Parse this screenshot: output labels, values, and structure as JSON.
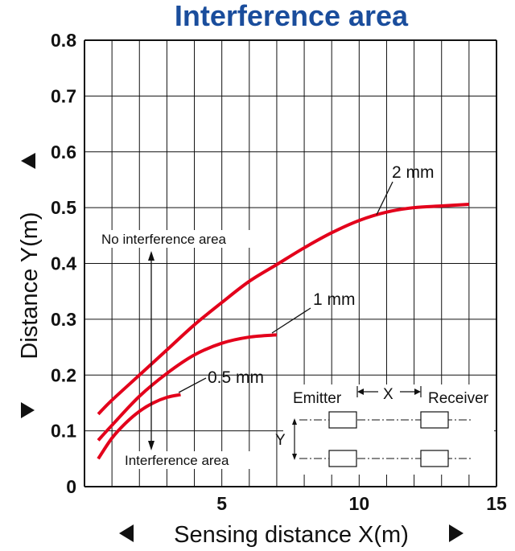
{
  "colors": {
    "curve": "#e3001b",
    "title": "#1a4d9c",
    "grid": "#111111"
  },
  "chart_data": {
    "type": "line",
    "title": "Interference area",
    "xlabel": "Sensing distance X(m)",
    "ylabel": "Distance Y(m)",
    "xlim": [
      0,
      15
    ],
    "ylim": [
      0,
      0.8
    ],
    "x_ticks": [
      "5",
      "10",
      "15"
    ],
    "y_ticks": [
      "0",
      "0.1",
      "0.2",
      "0.3",
      "0.4",
      "0.5",
      "0.6",
      "0.7",
      "0.8"
    ],
    "grid": true,
    "series": [
      {
        "name": "2 mm",
        "x": [
          0.5,
          1,
          2,
          3,
          4,
          5,
          6,
          7,
          8,
          9,
          10,
          11,
          12,
          13,
          14
        ],
        "y": [
          0.13,
          0.155,
          0.2,
          0.245,
          0.29,
          0.33,
          0.368,
          0.398,
          0.428,
          0.455,
          0.477,
          0.492,
          0.5,
          0.503,
          0.506
        ]
      },
      {
        "name": "1 mm",
        "x": [
          0.5,
          1,
          2,
          3,
          4,
          5,
          6,
          7
        ],
        "y": [
          0.083,
          0.11,
          0.162,
          0.203,
          0.236,
          0.257,
          0.268,
          0.272
        ]
      },
      {
        "name": "0.5 mm",
        "x": [
          0.5,
          1,
          1.5,
          2,
          2.5,
          3,
          3.5
        ],
        "y": [
          0.05,
          0.087,
          0.114,
          0.135,
          0.15,
          0.16,
          0.165
        ]
      }
    ],
    "annotations": {
      "upper_region": "No interference area",
      "lower_region": "Interference area",
      "diagram": {
        "emitter": "Emitter",
        "receiver": "Receiver",
        "x": "X",
        "y": "Y"
      }
    }
  }
}
